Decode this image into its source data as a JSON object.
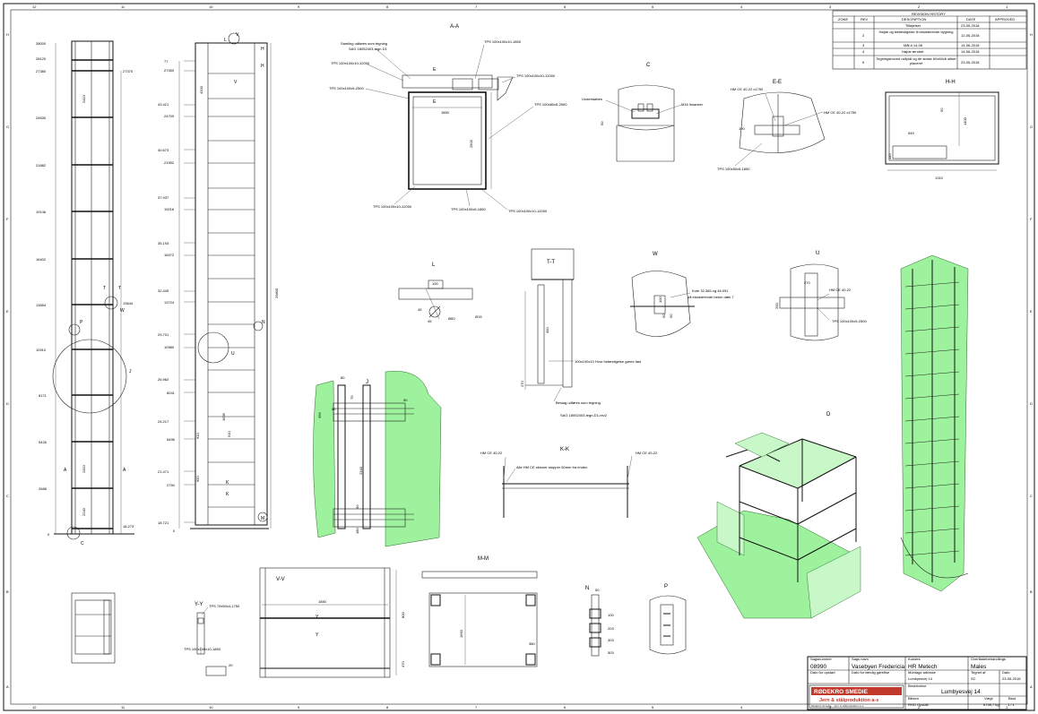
{
  "frame": {
    "top_numbers": [
      "12",
      "11",
      "10",
      "9",
      "8",
      "7",
      "6",
      "5",
      "4",
      "3",
      "2",
      "1"
    ],
    "side_letters": [
      "H",
      "G",
      "F",
      "E",
      "D",
      "C",
      "B",
      "A"
    ]
  },
  "revision_history": {
    "title": "REVISION HISTORY",
    "headers": [
      "ZONE",
      "REV",
      "DESCRIPTION",
      "DATE",
      "APPROVED"
    ],
    "rows": [
      {
        "rev": "",
        "desc": "Tilføjelser",
        "date": "23-05-2018"
      },
      {
        "rev": "2",
        "desc": "Højde og befæstigelse til eksisterende bygning",
        "date": "12-06-2018"
      },
      {
        "rev": "3",
        "desc": "Mål á 14-06",
        "date": "14-06-2018"
      },
      {
        "rev": "4",
        "desc": "Højde ændret",
        "date": "14-06-2018"
      },
      {
        "rev": "5",
        "desc": "Tegningshoved udfyldt og de sidste 60x60x6 stiker placeret",
        "date": "23-05-2018"
      }
    ]
  },
  "views": {
    "aa": "A-A",
    "c": "C",
    "ee": "E-E",
    "hh": "H-H",
    "l": "L",
    "tt": "T-T",
    "w": "W",
    "u": "U",
    "j": "J",
    "kk": "K-K",
    "d": "D",
    "mm": "M-M",
    "vv": "V-V",
    "yy": "Y-Y",
    "n": "N",
    "p": "P"
  },
  "left_elevation": {
    "levels": [
      "28000",
      "28120",
      "27380",
      "24630",
      "21882",
      "19146",
      "16402",
      "13654",
      "10910",
      "8171",
      "5426",
      "2688",
      "0"
    ],
    "right_dims": [
      "27370",
      "13644",
      "18.273"
    ],
    "mid_dims": [
      "2410",
      "2410",
      "2240"
    ],
    "callouts": [
      "P",
      "T",
      "T",
      "W",
      "J",
      "A",
      "A",
      "C"
    ]
  },
  "mid_elevation": {
    "levels": [
      "77",
      "27450",
      "43.421",
      "24700",
      "40.673",
      "21952",
      "37.937",
      "19216",
      "35.193",
      "16472",
      "32.445",
      "13724",
      "29.701",
      "10980",
      "26.962",
      "8241",
      "24.217",
      "5496",
      "21.471",
      "2750",
      "18.721",
      "0"
    ],
    "heights": [
      "4200",
      "1635",
      "910",
      "510",
      "950"
    ],
    "overall": "29800",
    "callouts": [
      "L",
      "V",
      "V",
      "H",
      "H",
      "N",
      "U",
      "K",
      "K",
      "M"
    ]
  },
  "aa_labels": {
    "l1": "Samling udføres som tegning",
    "l2": "SAG 18052403-tegn D1",
    "l3": "TPS 100x100x10-12000",
    "l4": "TPS 100x100x5-2500",
    "l5": "TPS 100x100x10-1850",
    "l6": "TPS 100x100x10-12000",
    "l7": "TPS 100x80x5-2500",
    "l8": "TPS 100x100x10-12000",
    "l9": "TPS 100x100x5-1850",
    "l10": "TPS 100x100x10-12000",
    "d1": "1850",
    "d2": "2500",
    "e": "E"
  },
  "c_labels": {
    "l1": "Understøbes",
    "l2": "M16 limanker",
    "d1": "50"
  },
  "ee_labels": {
    "l1": "HM CE 40-22 x1750",
    "l2": "HM CE 40-22 x1750",
    "l3": "TPS 100x50x5-1850",
    "d1": "190"
  },
  "hh_labels": {
    "d1": "50",
    "d2": "1400",
    "d3": "545",
    "d4": "1310",
    "d5": "145"
  },
  "l_labels": {
    "d1": "100",
    "d2": "45",
    "d3": "Ø60",
    "d4": "Ø15",
    "d5": "45"
  },
  "tt_labels": {
    "l1": "100x100x10 Hvor befæstigelse gøres fast",
    "l2": "Beslag udføres som tegning",
    "l3": "SAG 18052403-tegn-D1-rev2",
    "d1": "450",
    "d2": "270"
  },
  "w_labels": {
    "l1": "Kote 32.365 og 46.091",
    "l2": "på eksisterende beton dæk 7",
    "d1": "100",
    "d2": "50",
    "d3": "50"
  },
  "u_labels": {
    "l1": "HM CE 40-22",
    "l2": "TPS 100x100x5-2500",
    "d1": "270",
    "d2": "200"
  },
  "j_labels": {
    "d1": "80",
    "d2": "399",
    "d3": "50",
    "d4": "70",
    "d5": "50",
    "d6": "2340",
    "d7": "90",
    "d8": "180"
  },
  "kk_labels": {
    "l1": "HM CE 40-22",
    "l2": "Alle HM CE skinner stopper 50mm fra enden",
    "l3": "HM CE 40-22"
  },
  "mm_labels": {
    "d1": "1650",
    "d2": "380"
  },
  "vv_labels": {
    "d1": "1850",
    "d2": "800",
    "d3": "470",
    "y": "Y"
  },
  "yy_labels": {
    "l1": "TPS 70x50x4-1750",
    "l2": "TPS 100x100x10-1850",
    "d1": "20"
  },
  "n_labels": {
    "d1": "50",
    "d2": "100",
    "d3": "203",
    "d4": "303",
    "d5": "503"
  },
  "title_block": {
    "f1_label": "Sagsnummer",
    "f1_value": "08990",
    "f2_label": "Sags navn",
    "f2_value": "Vasebyen Fredericia",
    "f3_label": "Kundes",
    "f3_value": "HR Metech",
    "f4_label": "Overfladebehandlings",
    "f4_value": "Males",
    "f5_label": "Dato for opstart",
    "f5_value": "",
    "f6_label": "Dato for færdig gøreflse",
    "f6_value": "",
    "f7_label": "Montage adresse",
    "f7_value": "Lumbyesvej 14",
    "f8_label": "Tegnet af",
    "f8_value": "SC",
    "f9_label": "Dato",
    "f9_value": "23-05-2018",
    "f10_label": "Beskrivelse",
    "f10_value": "Lumbyesvej 14",
    "f11_label": "Blksen",
    "f11_value": "RHO Opstalt",
    "f12_label": "Vægt",
    "f12_value": "6748,7 kg",
    "f13_label": "Blad",
    "f13_value": "1 / 1",
    "company1": "RØDEKRO SMEDIE",
    "company2": "Jern & stålproduktion a-s",
    "company3": "Rødekro Smedie · Jern & stålproduktion a-s"
  }
}
